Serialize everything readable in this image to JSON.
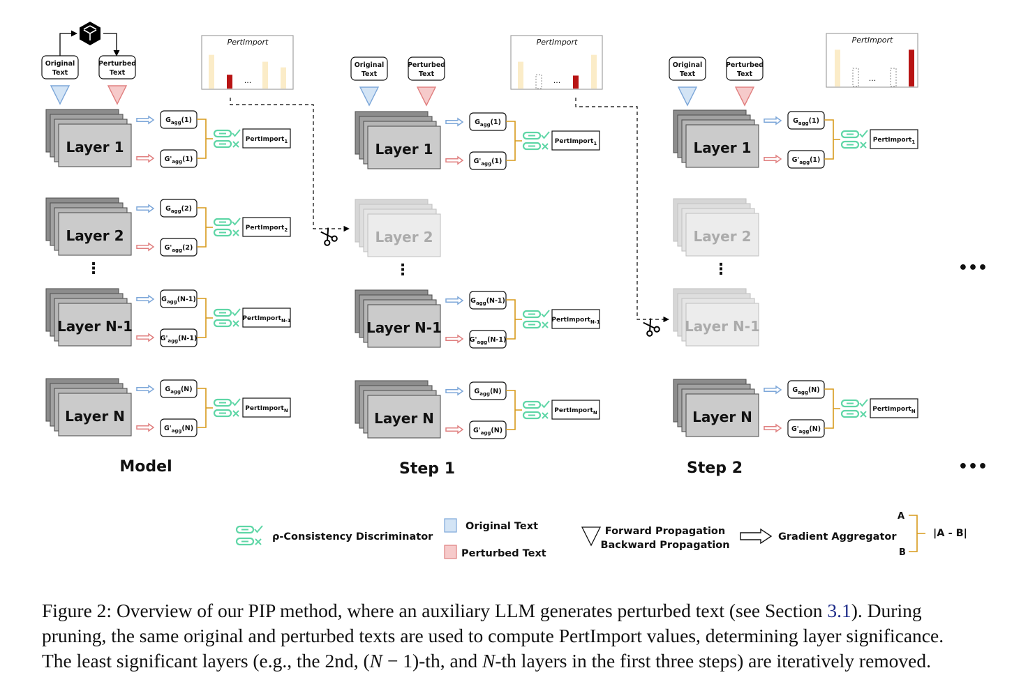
{
  "inputs": {
    "original": [
      "Original",
      "Text"
    ],
    "perturbed": [
      "Perturbed",
      "Text"
    ]
  },
  "chart_title": "PertImport",
  "ellipsis_small": "...",
  "vdots": "⋮",
  "more": "•••",
  "layer_names": [
    "Layer 1",
    "Layer 2",
    "Layer N-1",
    "Layer N"
  ],
  "gagg_args": [
    "(1)",
    "(2)",
    "(N-1)",
    "(N)"
  ],
  "pert_subs": [
    "1",
    "2",
    "N-1",
    "N"
  ],
  "gagg_base": "G",
  "gagg_prime": "G'",
  "gagg_sub": "agg",
  "pert_base": "PertImport",
  "columns": [
    {
      "title": "Model",
      "pruned": []
    },
    {
      "title": "Step 1",
      "pruned": [
        1
      ]
    },
    {
      "title": "Step 2",
      "pruned": [
        1,
        2
      ]
    }
  ],
  "legend": {
    "discriminator": "ρ-Consistency Discriminator",
    "original_text": "Original Text",
    "perturbed_text": "Perturbed Text",
    "forward": "Forward Propagation",
    "backward": "Backward Propagation",
    "aggregator": "Gradient Aggregator",
    "diff_a": "A",
    "diff_b": "B",
    "diff_label": "|A - B|"
  },
  "colors": {
    "orig_fill": "#d3e4f5",
    "orig_stroke": "#7da7d9",
    "pert_fill": "#f6caca",
    "pert_stroke": "#e08080",
    "agg_bracket": "#d79a1c",
    "disc": "#5ed6a6",
    "bar_light": "#fbecc8",
    "bar_red": "#b81414"
  },
  "caption": {
    "prefix": "Figure 2: Overview of our PIP method, where an auxiliary LLM generates perturbed text (see Section ",
    "ref": "3.1",
    "l1_end": "). During",
    "line2": "pruning, the same original and perturbed texts are used to compute PertImport values, determining layer significance.",
    "l3a": "The least significant layers (e.g., the 2nd, (",
    "l3_n1": "N",
    "l3b": " − 1)-th, and ",
    "l3_n2": "N",
    "l3c": "-th layers in the first three steps) are iteratively removed."
  }
}
